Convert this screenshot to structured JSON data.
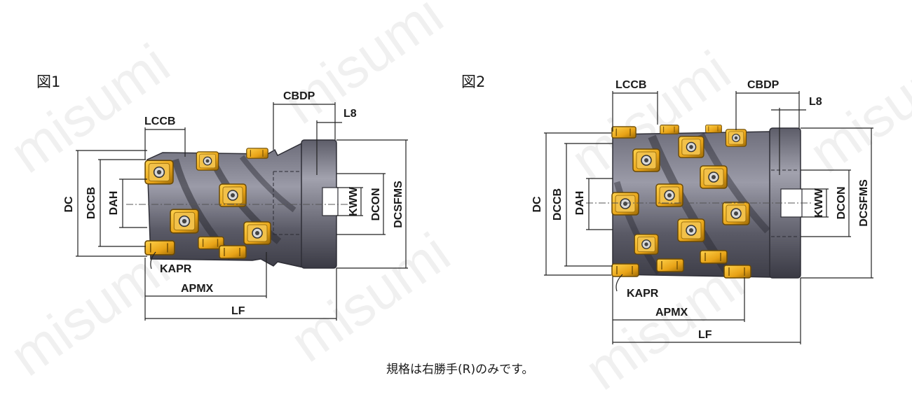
{
  "figures": [
    {
      "id": "fig1",
      "title": "図1",
      "labels": {
        "lccb": "LCCB",
        "cbdp": "CBDP",
        "l8": "L8",
        "dc": "DC",
        "dccb": "DCCB",
        "dah": "DAH",
        "kww": "KWW",
        "dcon": "DCON",
        "dcsfms": "DCSFMS",
        "kapr": "KAPR",
        "apmx": "APMX",
        "lf": "LF"
      }
    },
    {
      "id": "fig2",
      "title": "図2",
      "labels": {
        "lccb": "LCCB",
        "cbdp": "CBDP",
        "l8": "L8",
        "dc": "DC",
        "dccb": "DCCB",
        "dah": "DAH",
        "kww": "KWW",
        "dcon": "DCON",
        "dcsfms": "DCSFMS",
        "kapr": "KAPR",
        "apmx": "APMX",
        "lf": "LF"
      }
    }
  ],
  "note": "規格は右勝手(R)のみです。",
  "watermark": "misumi",
  "colors": {
    "body_dark": "#4a4a55",
    "body_light": "#8a8a96",
    "insert_gold": "#e8a317",
    "insert_dark": "#8a5d05"
  }
}
